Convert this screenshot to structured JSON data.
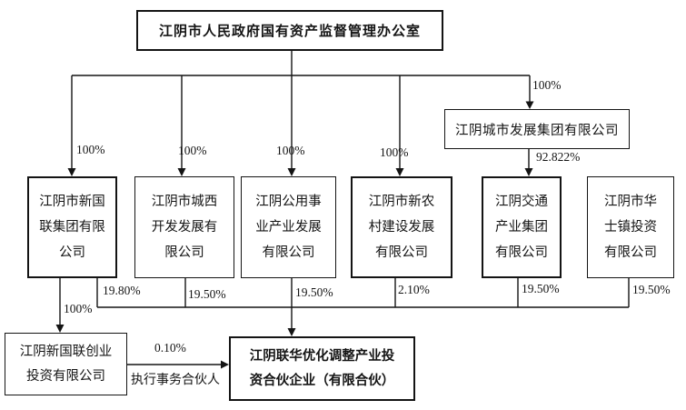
{
  "diagram": {
    "nodes": [
      {
        "id": "gov",
        "name": "江阴市人民政府国有资产监督管理办公室",
        "lines": [
          "江阴市人民政府国有资产监督管理办公室"
        ]
      },
      {
        "id": "city",
        "name": "江阴城市发展集团有限公司",
        "lines": [
          "江阴城市发展集团有限公司"
        ]
      },
      {
        "id": "xinguolian",
        "name": "江阴市新国联集团有限公司",
        "lines": [
          "江阴市新国",
          "联集团有限",
          "公司"
        ]
      },
      {
        "id": "chengxi",
        "name": "江阴市城西开发发展有限公司",
        "lines": [
          "江阴市城西",
          "开发发展有",
          "限公司"
        ]
      },
      {
        "id": "gongyong",
        "name": "江阴公用事业产业发展有限公司",
        "lines": [
          "江阴公用事",
          "业产业发展",
          "有限公司"
        ]
      },
      {
        "id": "xinnongcun",
        "name": "江阴市新农村建设发展有限公司",
        "lines": [
          "江阴市新农",
          "村建设发展",
          "有限公司"
        ]
      },
      {
        "id": "jiaotong",
        "name": "江阴交通产业集团有限公司",
        "lines": [
          "江阴交通",
          "产业集团",
          "有限公司"
        ]
      },
      {
        "id": "huashi",
        "name": "江阴市华士镇投资有限公司",
        "lines": [
          "江阴市华",
          "士镇投资",
          "有限公司"
        ]
      },
      {
        "id": "chuangye",
        "name": "江阴新国联创业投资有限公司",
        "lines": [
          "江阴新国联创业",
          "投资有限公司"
        ]
      },
      {
        "id": "lianhua",
        "name": "江阴联华优化调整产业投资合伙企业（有限合伙）",
        "lines": [
          "江阴联华优化调整产业投",
          "资合伙企业（有限合伙）"
        ]
      }
    ],
    "edge_labels": {
      "gov_xinguolian": "100%",
      "gov_chengxi": "100%",
      "gov_gongyong": "100%",
      "gov_xinnongcun": "100%",
      "gov_city": "100%",
      "city_jiaotong": "92.822%",
      "xinguolian_chuangye": "100%",
      "xinguolian_lianhua": "19.80%",
      "chengxi_lianhua": "19.50%",
      "gongyong_lianhua": "19.50%",
      "xinnongcun_lianhua": "2.10%",
      "jiaotong_lianhua": "19.50%",
      "huashi_lianhua": "19.50%",
      "chuangye_lianhua_pct": "0.10%",
      "chuangye_lianhua_role": "执行事务合伙人"
    },
    "colors": {
      "line": "#141414",
      "text": "#141414",
      "background": "#ffffff"
    }
  }
}
